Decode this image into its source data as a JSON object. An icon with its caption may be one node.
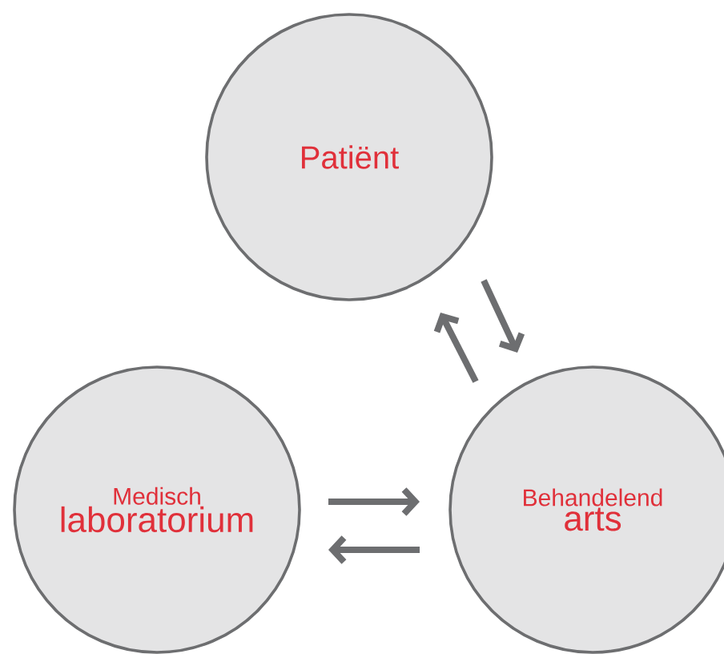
{
  "diagram": {
    "nodes": [
      {
        "text": [
          "Patiënt"
        ]
      },
      {
        "text": [
          "Medisch",
          "laboratorium"
        ]
      },
      {
        "text": [
          "Behandelend",
          "arts"
        ]
      }
    ],
    "edges": [
      {
        "from": 1,
        "to": 2,
        "arrow": "to"
      },
      {
        "from": 2,
        "to": 1,
        "arrow": "to"
      },
      {
        "from": 2,
        "to": 0,
        "arrow": "to"
      },
      {
        "from": 0,
        "to": 2,
        "arrow": "to"
      }
    ]
  }
}
